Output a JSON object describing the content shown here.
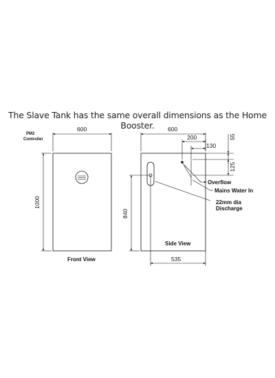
{
  "caption": "The Slave Tank has the same overall dimensions as the Home Booster.",
  "front_view": {
    "title": "Front View",
    "controller_label_line1": "PM2",
    "controller_label_line2": "Controller",
    "width_dim": "600",
    "height_dim": "1000"
  },
  "side_view": {
    "title": "Side View",
    "width_dim": "600",
    "depth_dim": "535",
    "height_dim": "840",
    "dim_200": "200",
    "dim_130": "130",
    "dim_55": "55",
    "dim_125": "125",
    "overflow_label": "Overflow",
    "mains_label": "Mains Water In",
    "discharge_label_line1": "22mm dia",
    "discharge_label_line2": "Discharge"
  }
}
